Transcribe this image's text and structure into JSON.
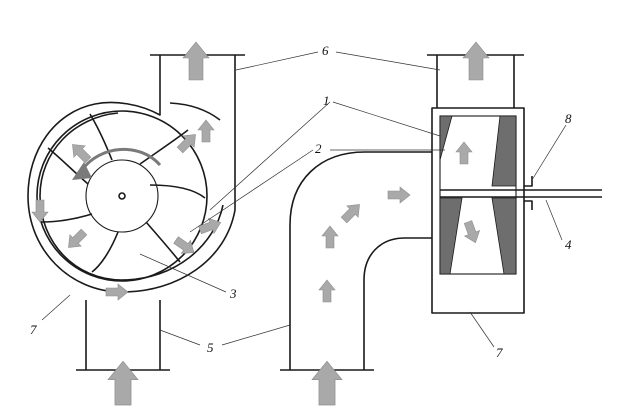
{
  "labels": {
    "n1": "1",
    "n2": "2",
    "n3": "3",
    "n4": "4",
    "n5": "5",
    "n6": "6",
    "n7a": "7",
    "n7b": "7",
    "n8": "8"
  },
  "colors": {
    "arrow_fill": "#a9a9a9",
    "blade_fill": "#6e6e6e",
    "line": "#1a1a1a",
    "background": "#ffffff"
  }
}
